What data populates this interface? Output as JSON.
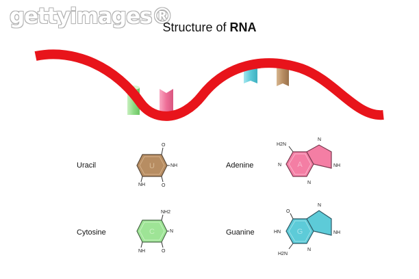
{
  "watermark": {
    "text": "gettyimages®"
  },
  "title": {
    "prefix": "Structure of ",
    "bold": "RNA"
  },
  "colors": {
    "backbone": "#e8141b",
    "uracil": "#b78d62",
    "adenine": "#f47ea4",
    "cytosine": "#9ee496",
    "guanine": "#5dcbd8"
  },
  "bases": {
    "uracil": {
      "name": "Uracil",
      "letter": "U",
      "atoms": [
        "O",
        "NH",
        "NH",
        "O"
      ]
    },
    "adenine": {
      "name": "Adenine",
      "letter": "A",
      "atoms": [
        "H2N",
        "N",
        "N",
        "N",
        "NH"
      ]
    },
    "cytosine": {
      "name": "Cytosine",
      "letter": "C",
      "atoms": [
        "NH2",
        "N",
        "NH",
        "O"
      ]
    },
    "guanine": {
      "name": "Guanine",
      "letter": "G",
      "atoms": [
        "O",
        "N",
        "HN",
        "H2N",
        "N",
        "NH"
      ]
    }
  }
}
